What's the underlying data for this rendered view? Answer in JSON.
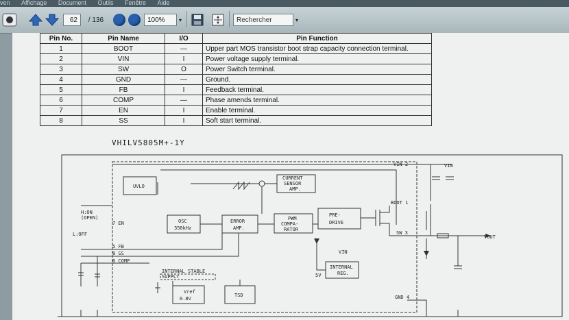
{
  "menubar": {
    "items": [
      "ven",
      "Affichage",
      "Document",
      "Outils",
      "Fenêtre",
      "Aide"
    ]
  },
  "toolbar": {
    "page_number": "62",
    "page_total": "/ 136",
    "zoom": "100%",
    "search_placeholder": "Rechercher"
  },
  "pin_table": {
    "headers": [
      "Pin No.",
      "Pin Name",
      "I/O",
      "Pin Function"
    ],
    "rows": [
      [
        "1",
        "BOOT",
        "—",
        "Upper part MOS transistor boot strap capacity connection terminal."
      ],
      [
        "2",
        "VIN",
        "I",
        "Power voltage supply terminal."
      ],
      [
        "3",
        "SW",
        "O",
        "Power Switch terminal."
      ],
      [
        "4",
        "GND",
        "—",
        "Ground."
      ],
      [
        "5",
        "FB",
        "I",
        "Feedback terminal."
      ],
      [
        "6",
        "COMP",
        "—",
        "Phase amends terminal."
      ],
      [
        "7",
        "EN",
        "I",
        "Enable terminal."
      ],
      [
        "8",
        "SS",
        "I",
        "Soft start terminal."
      ]
    ]
  },
  "diagram": {
    "title": "VHILV5805M+-1Y",
    "labels": {
      "uvlo": "UVLO",
      "current_sensor_1": "CURRENT",
      "current_sensor_2": "SENSOR",
      "current_sensor_3": "AMP.",
      "osc_1": "OSC",
      "osc_2": "350kHz",
      "error_amp_1": "ERROR",
      "error_amp_2": "AMP.",
      "pwm_1": "PWM",
      "pwm_2": "COMPA-",
      "pwm_3": "RATOR",
      "predrive_1": "PRE-",
      "predrive_2": "DRIVE",
      "internal_reg_1": "INTERNAL",
      "internal_reg_2": "REG.",
      "vref_1": "Vref",
      "vref_2": "0.8V",
      "tsd": "TSD",
      "internal_stable_1": "INTERNAL STABLE",
      "internal_stable_2": "SUPPLY",
      "vin2": "VIN 2",
      "vin_ext": "VIN",
      "boot1": "BOOT 1",
      "sw3": "SW 3",
      "gnd4": "GND 4",
      "vout": "VOUT",
      "vin_reg": "VIN",
      "v5": "5V",
      "h_on": "H:ON",
      "open": "(OPEN)",
      "l_off": "L:OFF",
      "en7": "7 EN",
      "fb5": "5 FB",
      "ss8": "8 SS",
      "comp6": "6 COMP"
    }
  }
}
